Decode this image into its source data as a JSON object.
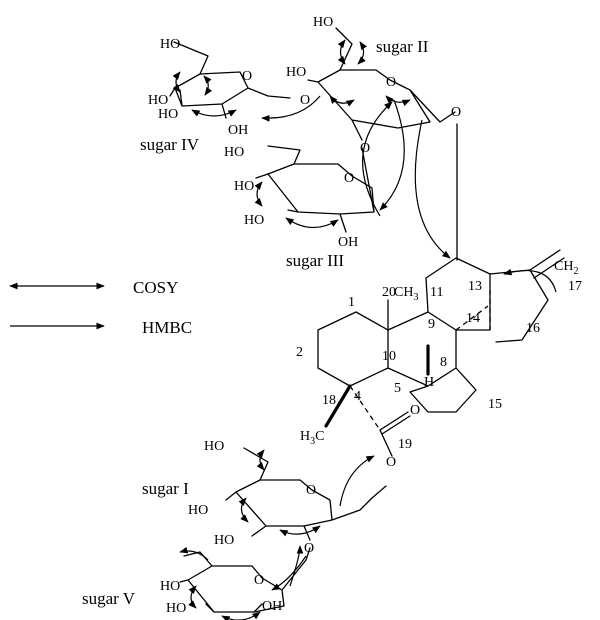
{
  "legend": {
    "cosy": "COSY",
    "hmbc": "HMBC"
  },
  "sugars": {
    "I": "sugar I",
    "II": "sugar II",
    "III": "sugar III",
    "IV": "sugar IV",
    "V": "sugar V"
  },
  "atoms": {
    "HO": "HO",
    "OH": "OH",
    "O": "O",
    "H": "H",
    "C": "C",
    "CH": "CH",
    "H3C_H": "H",
    "sub3": "3",
    "sub2": "2"
  },
  "numbers": {
    "n1": "1",
    "n2": "2",
    "n4": "4",
    "n5": "5",
    "n8": "8",
    "n9": "9",
    "n10": "10",
    "n11": "11",
    "n13": "13",
    "n14": "14",
    "n15": "15",
    "n16": "16",
    "n17": "17",
    "n18": "18",
    "n19": "19",
    "n20": "20"
  }
}
